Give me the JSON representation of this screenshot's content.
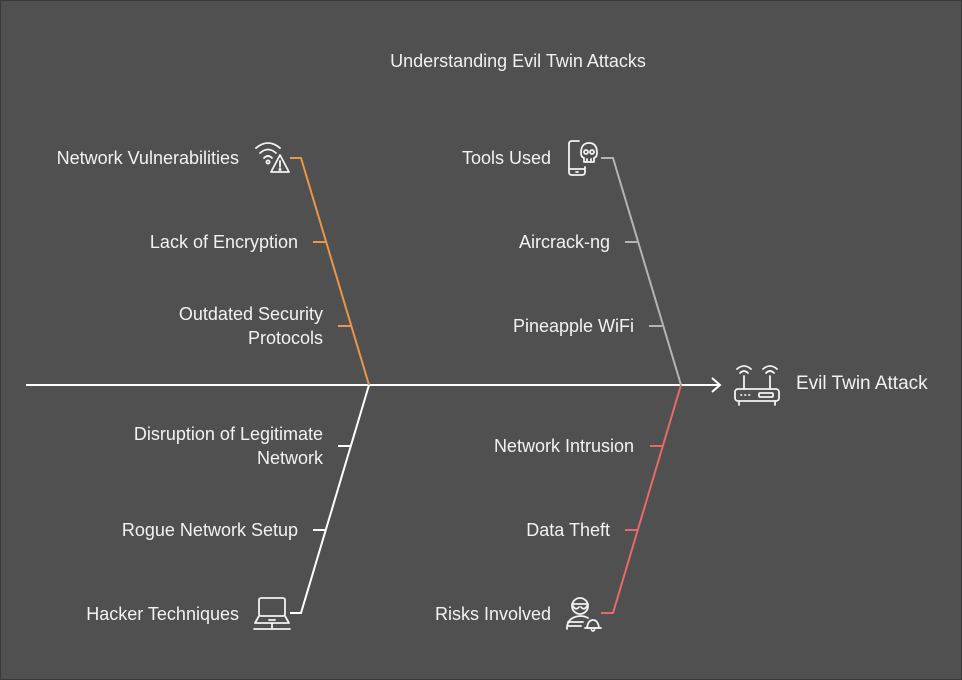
{
  "title": "Understanding Evil Twin Attacks",
  "effect": {
    "label": "Evil Twin Attack",
    "icon": "wifi-router-icon"
  },
  "colors": {
    "background": "#505050",
    "spine": "#ffffff",
    "network_vulnerabilities": "#e8964a",
    "tools_used": "#b4b4b4",
    "risks_involved": "#e76a6a",
    "hacker_techniques": "#ffffff",
    "text": "#f2f2f2"
  },
  "categories": [
    {
      "id": "network-vulnerabilities",
      "label": "Network Vulnerabilities",
      "icon": "wifi-warning-icon",
      "items": [
        "Lack of Encryption",
        "Outdated Security Protocols"
      ]
    },
    {
      "id": "tools-used",
      "label": "Tools Used",
      "icon": "phone-skull-icon",
      "items": [
        "Aircrack-ng",
        "Pineapple WiFi"
      ]
    },
    {
      "id": "hacker-techniques",
      "label": "Hacker Techniques",
      "icon": "laptop-icon",
      "items": [
        "Disruption of Legitimate Network",
        "Rogue Network Setup"
      ]
    },
    {
      "id": "risks-involved",
      "label": "Risks Involved",
      "icon": "hacker-alert-icon",
      "items": [
        "Network Intrusion",
        "Data Theft"
      ]
    }
  ]
}
